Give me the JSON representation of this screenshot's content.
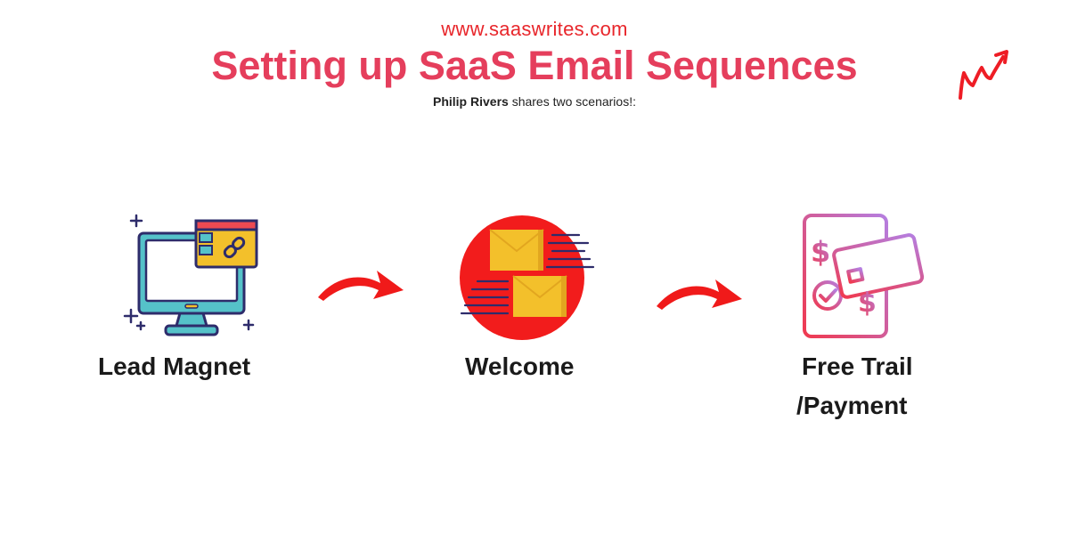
{
  "header": {
    "site_url": "www.saaswrites.com",
    "title": "Setting up SaaS Email Sequences",
    "author": "Philip Rivers",
    "subtitle_rest": " shares two scenarios!:"
  },
  "steps": [
    {
      "label": "Lead Magnet",
      "icon": "computer-link-icon"
    },
    {
      "label": "Welcome",
      "icon": "email-envelopes-icon"
    },
    {
      "label_line1": "Free Trail",
      "label_line2": "/Payment",
      "icon": "phone-card-payment-icon"
    }
  ],
  "colors": {
    "title": "#e53e5c",
    "url": "#e8262b",
    "arrow": "#f01a1a",
    "welcome_circle": "#f21c1c",
    "envelope": "#f3c02b",
    "monitor_screen": "#55c2c9",
    "outline": "#2e2c6b"
  }
}
